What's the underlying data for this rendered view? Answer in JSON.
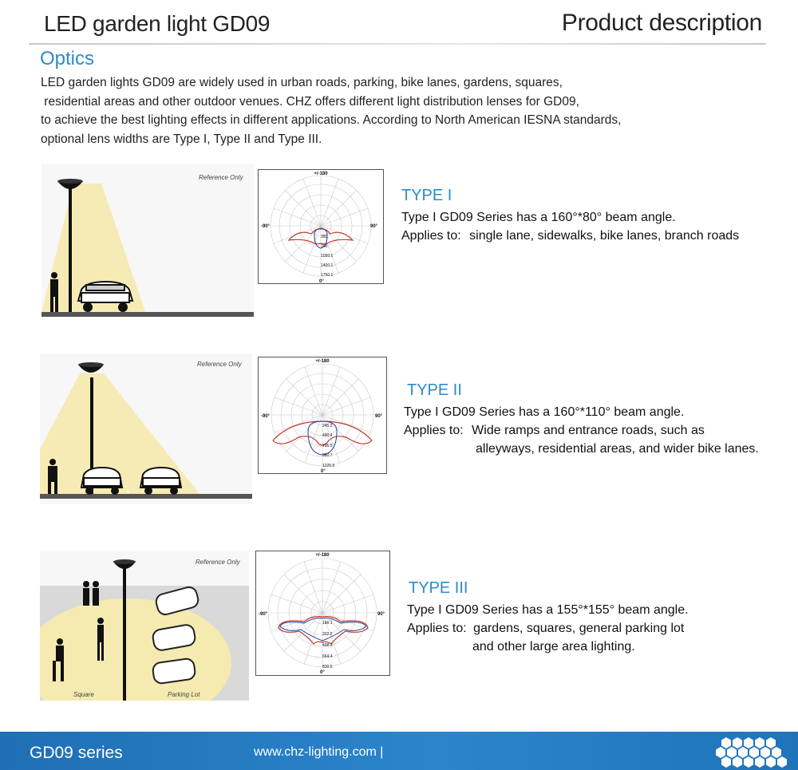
{
  "header": {
    "title_left": "LED garden light GD09",
    "title_right": "Product description"
  },
  "optics": {
    "heading": "Optics",
    "lines": [
      "LED garden lights GD09 are widely used in urban roads, parking, bike lanes, gardens, squares,",
      " residential areas and other outdoor venues. CHZ offers different light distribution lenses for GD09,",
      "to achieve the best lighting effects in different applications. According to North American IESNA standards,",
      "optional lens widths are Type I, Type II and Type III."
    ]
  },
  "types": [
    {
      "title": "TYPE I",
      "desc": "Type I  GD09 Series has a 160°*80° beam angle.",
      "applies_label": "Applies to:",
      "applies": "single lane, sidewalks, bike lanes, branch roads",
      "applies_cont": "",
      "scene_ref": "Reference Only",
      "polar": {
        "top": "+/-180",
        "left": "-90°",
        "right": "90°",
        "bottom": "0°",
        "rings": [
          "350.",
          "700.",
          "1050.1",
          "1400.1",
          "1750.1"
        ]
      }
    },
    {
      "title": "TYPE II",
      "desc": "Type I  GD09 Series has a 160°*110° beam angle.",
      "applies_label": "Applies to:",
      "applies": "Wide ramps and entrance roads, such as",
      "applies_cont": "alleyways, residential areas, and wider bike lanes.",
      "scene_ref": "Reference Only",
      "polar": {
        "top": "+/-180",
        "left": "-90°",
        "right": "90°",
        "bottom": "0°",
        "rings": [
          "245.2",
          "490.4",
          "735.5",
          "980.7",
          "1225.9"
        ]
      }
    },
    {
      "title": "TYPE III",
      "desc": "Type I  GD09 Series has a 155°*155° beam angle.",
      "applies_label": "Applies to:",
      "applies": "gardens, squares, general parking lot",
      "applies_cont": "and other large area lighting.",
      "scene_ref": "Reference Only",
      "scene_labels": [
        "Square",
        "Parking Lot"
      ],
      "polar": {
        "top": "+/-180",
        "left": "-90°",
        "right": "90°",
        "bottom": "0°",
        "rings": [
          "166.1",
          "332.2",
          "498.3",
          "664.4",
          "830.5"
        ]
      }
    }
  ],
  "footer": {
    "series": "GD09 series",
    "url": "www.chz-lighting.com |"
  },
  "colors": {
    "accent": "#2a8ccd",
    "footer": "#2379be",
    "beam": "#f5eab0",
    "polar_red": "#c0392b",
    "polar_blue": "#2a3fa0"
  }
}
